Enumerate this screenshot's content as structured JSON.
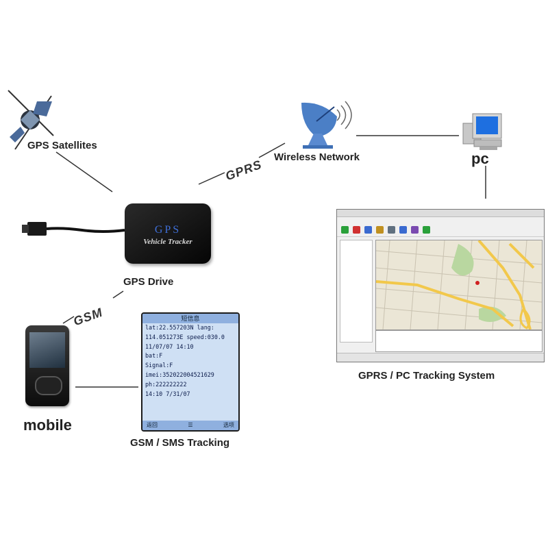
{
  "nodes": {
    "satellites": "GPS Satellites",
    "wireless_network": "Wireless Network",
    "pc": "pc",
    "gps_drive": "GPS Drive",
    "mobile": "mobile",
    "gsm_sms": "GSM / SMS Tracking",
    "gprs_pc": "GPRS / PC Tracking System"
  },
  "links": {
    "gprs": "GPRS",
    "gsm": "GSM"
  },
  "tracker": {
    "brand": "GPS",
    "model": "Vehicle Tracker"
  },
  "sms_screen": {
    "header": "短信息",
    "lines": [
      "lat:22.557203N lang:",
      "114.051273E speed:030.0",
      "11/07/07 14:10",
      "bat:F",
      "Signal:F",
      "imei:352022004521629",
      "ph:222222222",
      "14:10 7/31/07"
    ],
    "left_soft": "返回",
    "right_soft": "选项"
  },
  "colors": {
    "line": "#222222",
    "map_road": "#f2c84b",
    "tracker_brand": "#3f6fd8"
  }
}
